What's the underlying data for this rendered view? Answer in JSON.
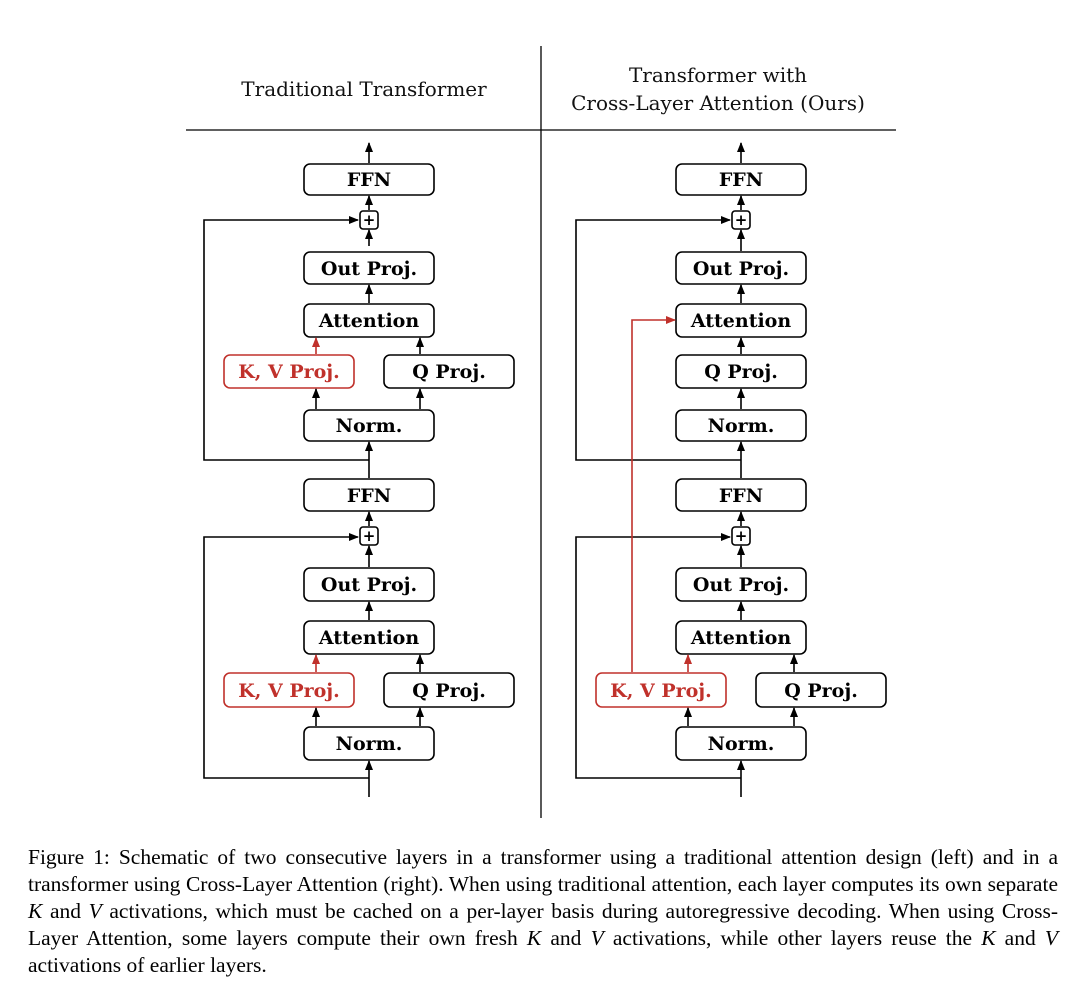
{
  "headers": {
    "left": "Traditional Transformer",
    "right_line1": "Transformer with",
    "right_line2": "Cross-Layer Attention (Ours)"
  },
  "labels": {
    "ffn": "FFN",
    "out_proj": "Out Proj.",
    "attention": "Attention",
    "kv_proj": "K, V Proj.",
    "q_proj": "Q Proj.",
    "norm": "Norm.",
    "plus": "+"
  },
  "colors": {
    "accent_red": "#c0312b",
    "stroke": "#000000"
  },
  "caption": {
    "p1": "Figure 1: Schematic of two consecutive layers in a transformer using a traditional attention design (left) and in a transformer using Cross-Layer Attention (right). When using traditional attention, each layer computes its own separate ",
    "k1": "K",
    "p2": " and ",
    "v1": "V",
    "p3": " activations, which must be cached on a per-layer basis during autoregressive decoding. When using Cross-Layer Attention, some layers compute their own fresh ",
    "k2": "K",
    "p4": " and ",
    "v2": "V",
    "p5": " activations, while other layers reuse the ",
    "k3": "K",
    "p6": " and ",
    "v3": "V",
    "p7": " activations of earlier layers."
  }
}
